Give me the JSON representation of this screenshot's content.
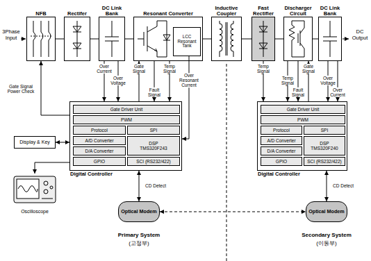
{
  "diagram": {
    "nodes": [
      {
        "text": [
          "NFB"
        ]
      },
      {
        "text": [
          "Rectifer"
        ]
      },
      {
        "text": [
          "DC Link Bank"
        ]
      },
      {
        "text": [
          "Resonant Converter"
        ]
      },
      {
        "text": [
          "LCC Resonant Tank"
        ],
        "in": 3
      },
      {
        "text": [
          "Inductive Coupler"
        ]
      },
      {
        "text": [
          "Fast Rectifier"
        ]
      },
      {
        "text": [
          "Discharger Circuit"
        ]
      },
      {
        "text": [
          "DC Link Bank"
        ]
      },
      {
        "text": [
          "Digital Controller"
        ]
      },
      {
        "text": [
          "Gate Driver Unit"
        ],
        "in": 9
      },
      {
        "text": [
          "PWM"
        ],
        "in": 9
      },
      {
        "text": [
          "Protocol"
        ],
        "in": 9
      },
      {
        "text": [
          "SPI"
        ],
        "in": 9
      },
      {
        "text": [
          "A/D Converter"
        ],
        "in": 9
      },
      {
        "text": [
          "DSP",
          "TMS320F243"
        ],
        "in": 9
      },
      {
        "text": [
          "D/A Converter"
        ],
        "in": 9
      },
      {
        "text": [
          "GPIO"
        ],
        "in": 9
      },
      {
        "text": [
          "SCI (RS232/422)"
        ],
        "in": 9
      },
      {
        "text": [
          "Display & Key"
        ]
      },
      {
        "text": [
          "Oscilloscope"
        ]
      },
      {
        "text": [
          "Optical Modem"
        ]
      },
      {
        "text": [
          "Digital Controller"
        ]
      },
      {
        "text": [
          "Gate Driver Unit"
        ],
        "in": 22
      },
      {
        "text": [
          "PWM"
        ],
        "in": 22
      },
      {
        "text": [
          "Protocol"
        ],
        "in": 22
      },
      {
        "text": [
          "SPI"
        ],
        "in": 22
      },
      {
        "text": [
          "A/D Converter"
        ],
        "in": 22
      },
      {
        "text": [
          "DSP",
          "TMS320F240"
        ],
        "in": 22
      },
      {
        "text": [
          "D/A Converter"
        ],
        "in": 22
      },
      {
        "text": [
          "GPIO"
        ],
        "in": 22
      },
      {
        "text": [
          "SCI (RS232/422)"
        ],
        "in": 22
      },
      {
        "text": [
          "Optical Modem"
        ]
      }
    ],
    "edges": [
      {
        "from": 0,
        "to": 1,
        "arrow": "none"
      },
      {
        "from": 1,
        "to": 2,
        "arrow": "none"
      },
      {
        "from": 2,
        "to": 3,
        "arrow": "none"
      },
      {
        "from": 3,
        "to": 5,
        "arrow": "none"
      },
      {
        "from": 5,
        "to": 6,
        "arrow": "none"
      },
      {
        "from": 6,
        "to": 7,
        "arrow": "none"
      },
      {
        "from": 7,
        "to": 8,
        "arrow": "none"
      },
      {
        "from": 2,
        "to": 9,
        "label": "Over Current",
        "arrow": "to"
      },
      {
        "from": 2,
        "to": 9,
        "label": "Over Voltage",
        "arrow": "to"
      },
      {
        "from": 9,
        "to": 3,
        "label": "Gate Signal",
        "arrow": "to"
      },
      {
        "from": 3,
        "to": 9,
        "label": "Fault Signal",
        "arrow": "to"
      },
      {
        "from": 3,
        "to": 9,
        "label": "Temp Signal",
        "arrow": "to"
      },
      {
        "from": 4,
        "to": 9,
        "label": "Over Resonant Current",
        "arrow": "to"
      },
      {
        "from": 9,
        "to": 0,
        "label": "Gate Signal Power Check",
        "arrow": "to"
      },
      {
        "from": 19,
        "to": 9,
        "arrow": "both"
      },
      {
        "from": 9,
        "to": 20,
        "arrow": "to"
      },
      {
        "from": 9,
        "to": 21,
        "label": "CD Detect",
        "arrow": "both"
      },
      {
        "from": 21,
        "to": 32,
        "arrow": "both"
      },
      {
        "from": 6,
        "to": 22,
        "label": "Temp Signal",
        "arrow": "to"
      },
      {
        "from": 7,
        "to": 22,
        "label": "Temp Signal",
        "arrow": "to"
      },
      {
        "from": 7,
        "to": 22,
        "label": "Fault Signal",
        "arrow": "to"
      },
      {
        "from": 22,
        "to": 7,
        "label": "Gate Signal",
        "arrow": "to"
      },
      {
        "from": 8,
        "to": 22,
        "label": "Over Voltage",
        "arrow": "to"
      },
      {
        "from": 8,
        "to": 22,
        "label": "Over Current",
        "arrow": "to"
      },
      {
        "from": 22,
        "to": 32,
        "label": "CD Detect",
        "arrow": "both"
      }
    ],
    "labels": [
      "3Phase Input",
      "DC Output",
      "Primary System",
      "(고정부)",
      "Secondary System",
      "(이동부)"
    ]
  }
}
